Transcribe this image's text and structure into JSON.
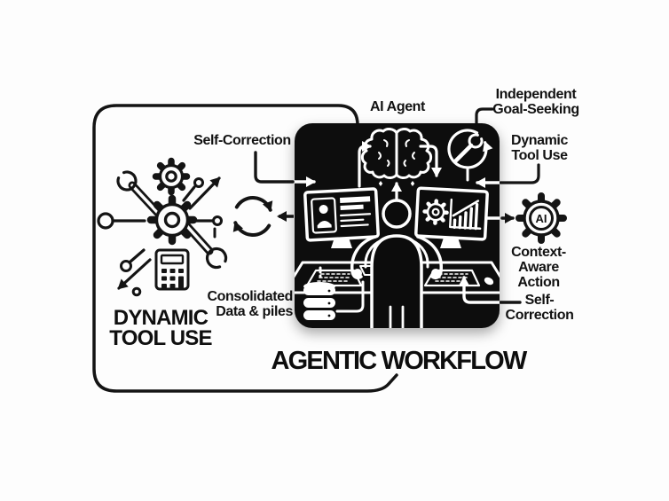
{
  "colors": {
    "background": "#fdfdfd",
    "ink": "#141414",
    "panel_fill": "#0c0c0c",
    "art_white": "#ffffff"
  },
  "workflow_panel": {
    "title": "AGENTIC WORKFLOW",
    "ai_badge": "AI",
    "labels": {
      "self_correction_top": "Self-Correction",
      "ai_agent": "AI Agent",
      "independent_goal_seeking": [
        "Independent",
        "Goal-Seeking"
      ],
      "dynamic_tool_use": [
        "Dynamic",
        "Tool Use"
      ],
      "context_aware_action": [
        "Context-",
        "Aware",
        "Action"
      ],
      "self_correction_bottom": [
        "Self-",
        "Correction"
      ],
      "consolidated_data": [
        "Consolidated",
        "Data & piles"
      ]
    },
    "icons": [
      "brain-icon",
      "wrench-cycle-icon",
      "profile-monitor-icon",
      "analytics-monitor-icon",
      "operator-icon",
      "database-icon",
      "ai-gear-icon"
    ]
  },
  "tool_box": {
    "label": [
      "DYNAMIC",
      "TOOL USE"
    ],
    "icons": [
      "gear-icon",
      "wrench-icon",
      "calculator-icon",
      "network-arrows-icon",
      "refresh-cycle-icon"
    ]
  }
}
